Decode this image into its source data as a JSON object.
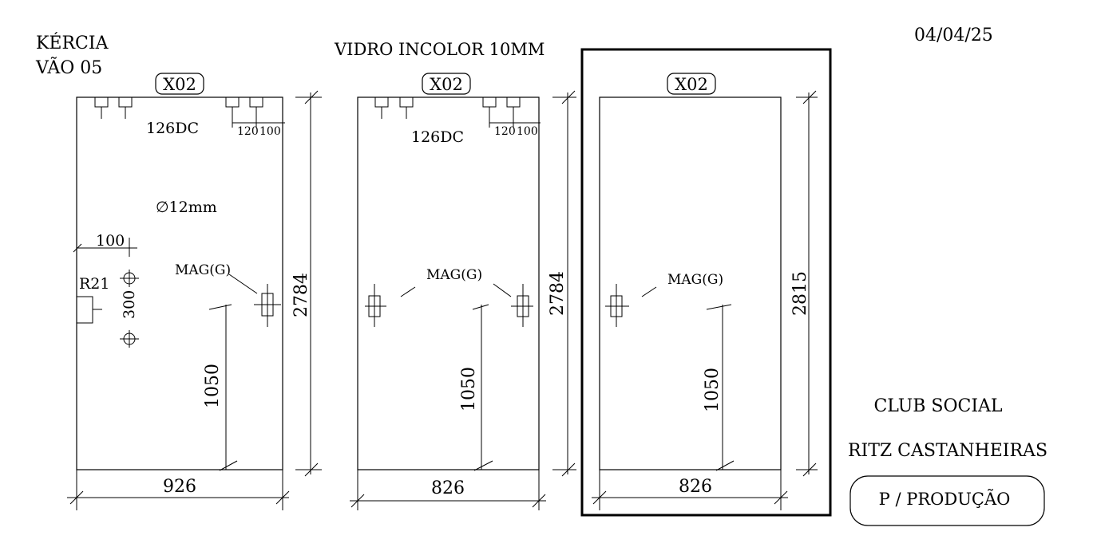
{
  "header": {
    "client": "KÉRCIA",
    "vao": "VÃO  05",
    "glass": "VIDRO INCOLOR 10MM",
    "date": "04/04/25"
  },
  "footer": {
    "project_line1": "CLUB SOCIAL",
    "project_line2": "RITZ CASTANHEIRAS",
    "status_button": "P / PRODUÇÃO"
  },
  "panels": [
    {
      "code": "X02",
      "width": "926",
      "height": "2784",
      "hardware": "126DC",
      "spacing_a": "120",
      "spacing_b": "100",
      "hole": "∅12mm",
      "edge_offset": "100",
      "radius": "R21",
      "hole_spacing": "300",
      "magnet": "MAG(G)",
      "handle_height": "1050"
    },
    {
      "code": "X02",
      "width": "826",
      "height": "2784",
      "hardware": "126DC",
      "spacing_a": "120",
      "spacing_b": "100",
      "magnet": "MAG(G)",
      "handle_height": "1050"
    },
    {
      "code": "X02",
      "width": "826",
      "height": "2815",
      "magnet": "MAG(G)",
      "handle_height": "1050"
    }
  ]
}
